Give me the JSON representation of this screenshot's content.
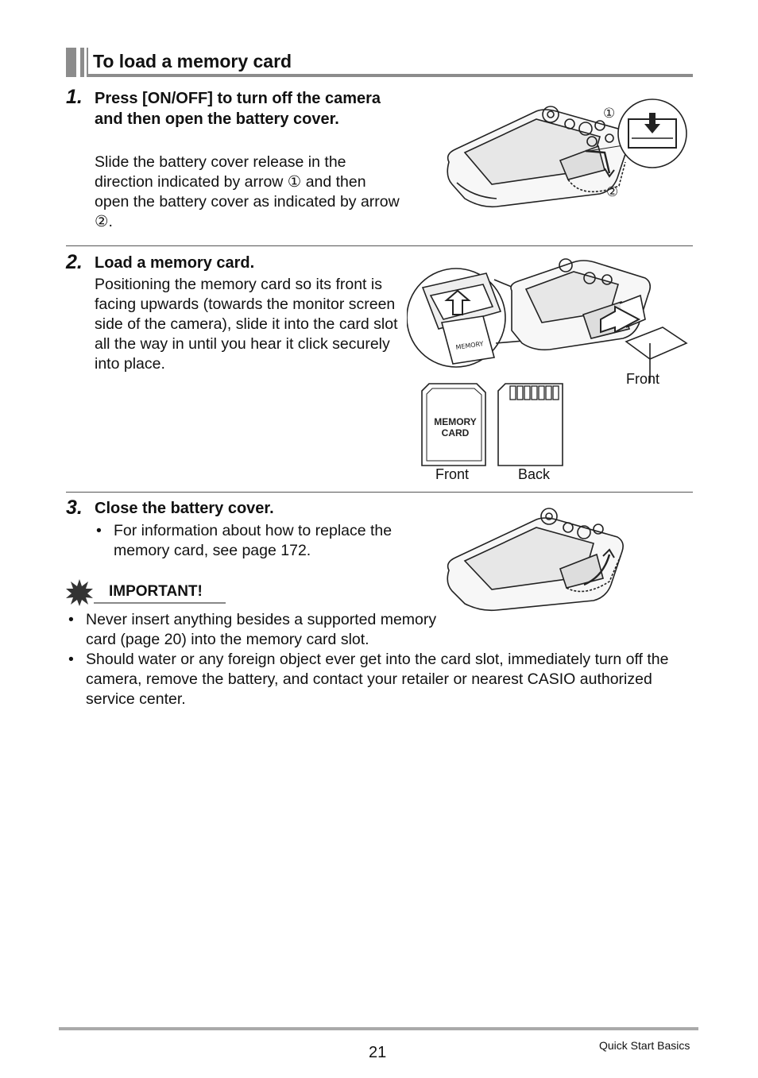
{
  "section_title": "To load a memory card",
  "steps": [
    {
      "number": "1.",
      "title": "Press [ON/OFF] to turn off the camera and then open the battery cover.",
      "body": "Slide the battery cover release in the direction indicated by arrow ① and then open the battery cover as indicated by arrow ②.",
      "callout_1": "①",
      "callout_2": "②"
    },
    {
      "number": "2.",
      "title": "Load a memory card.",
      "body": "Positioning the memory card so its front is facing upwards (towards the monitor screen side of the camera), slide it into the card slot all the way in until you hear it click securely into place.",
      "label_front_top": "Front",
      "card_small_text": "MEMORY",
      "card_front_text_line1": "MEMORY",
      "card_front_text_line2": "CARD",
      "label_front": "Front",
      "label_back": "Back"
    },
    {
      "number": "3.",
      "title": "Close the battery cover.",
      "bullets": [
        "For information about how to replace the memory card, see page 172."
      ]
    }
  ],
  "important": {
    "heading": "IMPORTANT!",
    "items": [
      "Never insert anything besides a supported memory card (page 20) into the memory card slot.",
      "Should water or any foreign object ever get into the card slot, immediately turn off the camera, remove the battery, and contact your retailer or nearest CASIO authorized service center."
    ]
  },
  "footer": {
    "page_number": "21",
    "section_name": "Quick Start Basics"
  }
}
